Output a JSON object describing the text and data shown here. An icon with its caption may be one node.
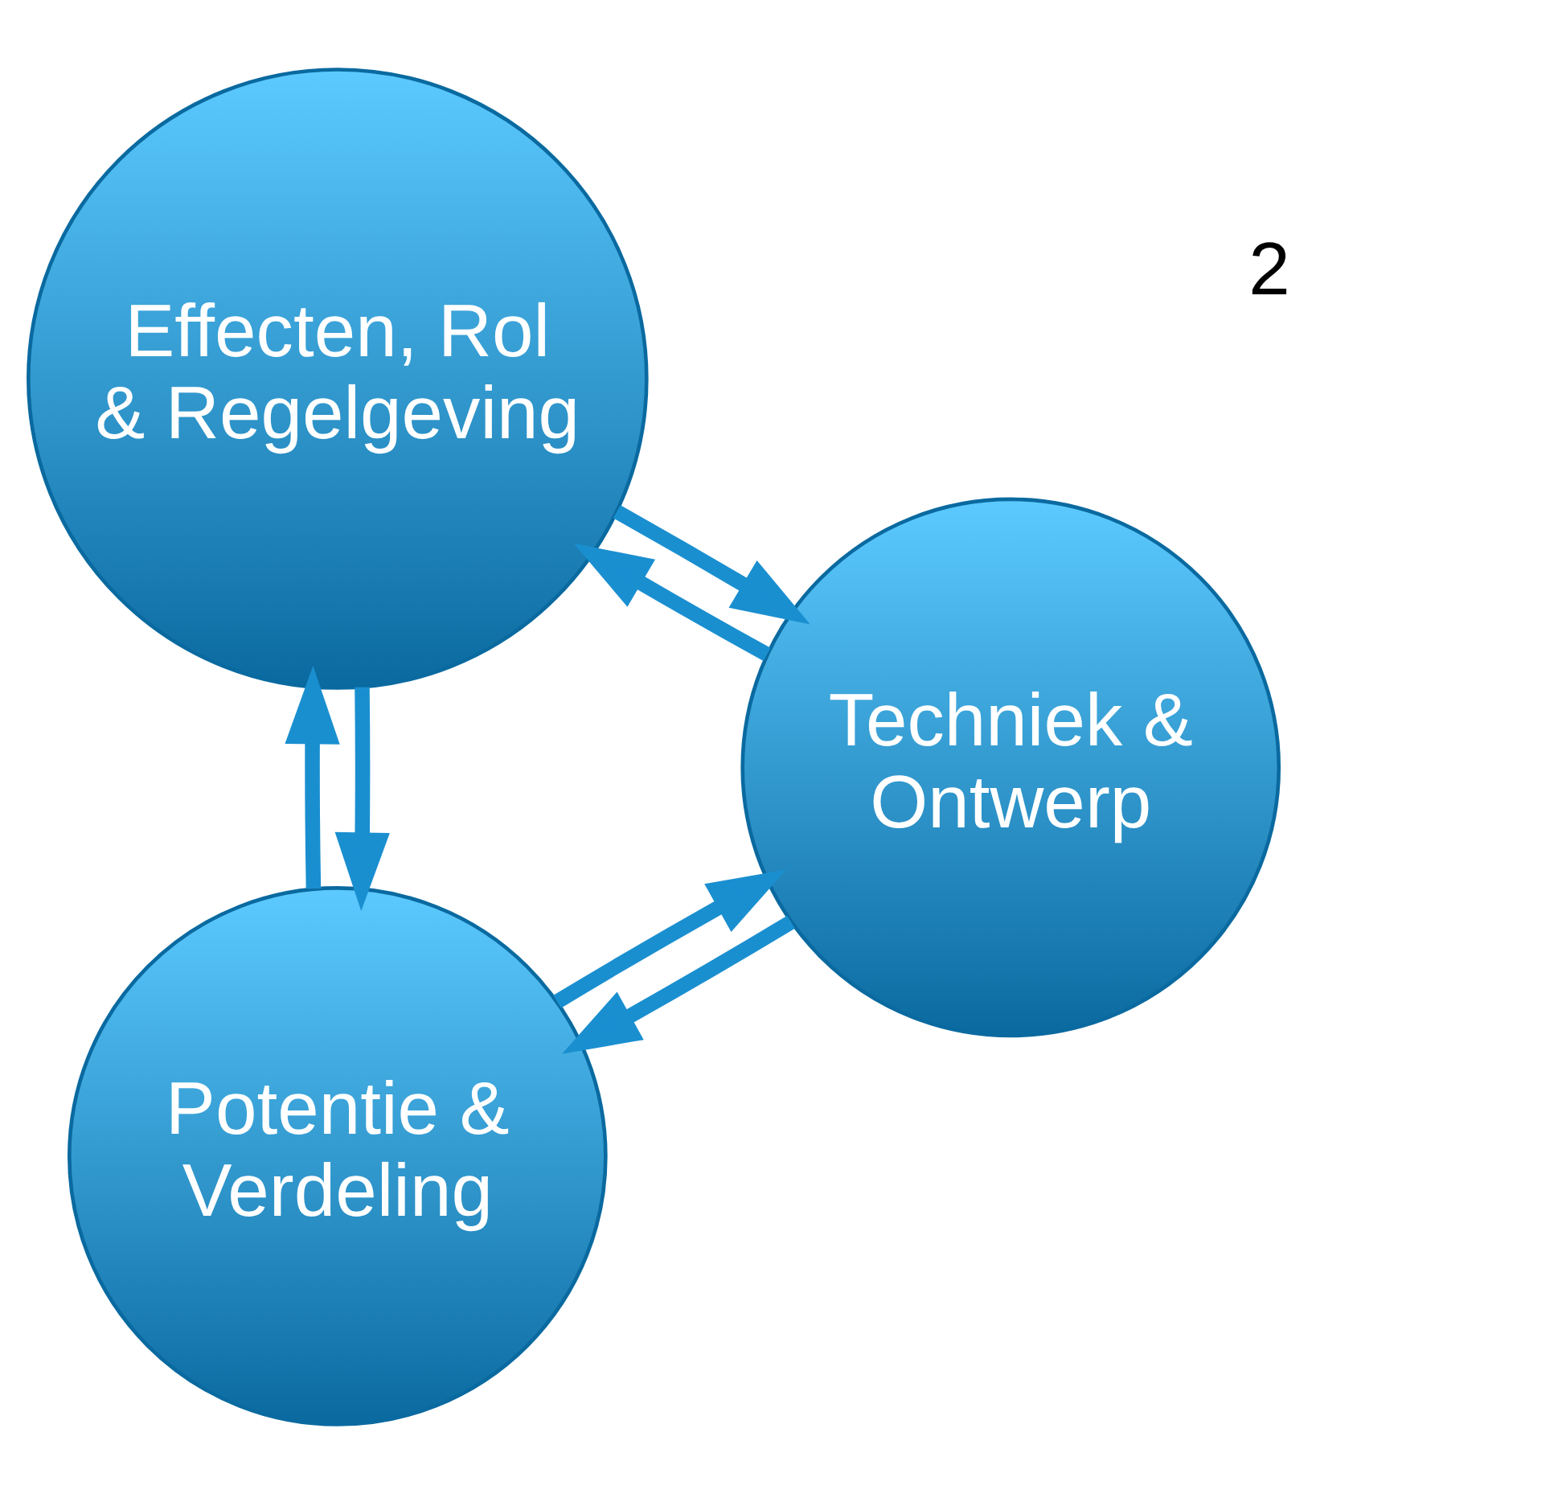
{
  "diagram": {
    "nodes": [
      {
        "text": [
          "Potentie & Verdeling"
        ]
      },
      {
        "text": [
          "Effecten, Rol & Regelgeving"
        ]
      },
      {
        "text": [
          "Techniek & Ontwerp"
        ]
      }
    ],
    "edges": [
      {
        "from": 1,
        "to": 0,
        "arrow": "to"
      },
      {
        "from": 0,
        "to": 1,
        "arrow": "to"
      },
      {
        "from": 0,
        "to": 2,
        "arrow": "to"
      },
      {
        "from": 2,
        "to": 0,
        "arrow": "to"
      },
      {
        "from": 1,
        "to": 2,
        "arrow": "to"
      },
      {
        "from": 2,
        "to": 1,
        "arrow": "to"
      }
    ],
    "labels": [
      "2"
    ]
  }
}
